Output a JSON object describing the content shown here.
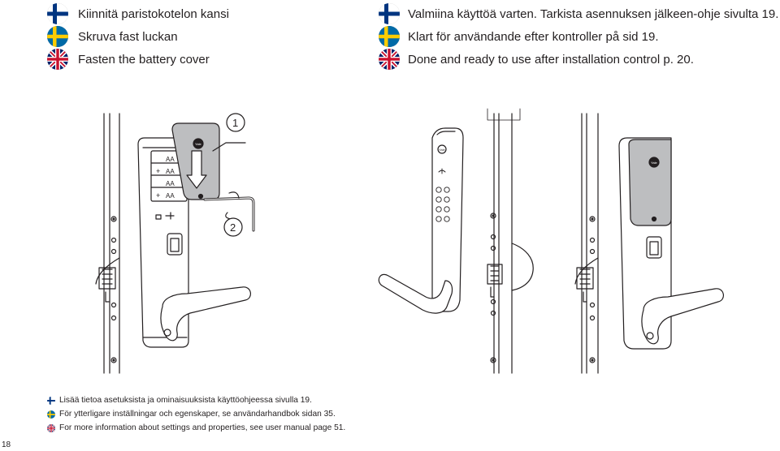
{
  "instructions": {
    "step_text": {
      "fi": "Kiinnitä paristokotelon kansi",
      "sv": "Skruva fast luckan",
      "en": "Fasten the battery cover"
    },
    "done_text": {
      "fi": "Valmiina käyttöä varten. Tarkista asennuksen jälkeen-ohje sivulta 19.",
      "sv": "Klart för användande efter kontroller på sid 19.",
      "en": "Done and ready to use after installation control p. 20."
    }
  },
  "flags": {
    "fi": "finland-flag-icon",
    "sv": "sweden-flag-icon",
    "en": "uk-flag-icon"
  },
  "illustration": {
    "step_labels": [
      "1",
      "2"
    ],
    "battery_labels": [
      "AA",
      "AA",
      "AA",
      "AA"
    ],
    "logo_text": "Yale"
  },
  "notes": {
    "fi": "Lisää tietoa asetuksista ja ominaisuuksista käyttöohjeessa sivulla 19.",
    "sv": "För ytterligare inställningar och egenskaper, se användarhandbok sidan 35.",
    "en": "For more information about settings and properties, see user manual page 51."
  },
  "page_number": "18",
  "colors": {
    "finland_blue": "#003580",
    "sweden_blue": "#006aa7",
    "sweden_yellow": "#fecc00",
    "uk_blue": "#012169",
    "uk_red": "#c8102e",
    "cover_gray": "#bdbec0",
    "line": "#231f20"
  }
}
